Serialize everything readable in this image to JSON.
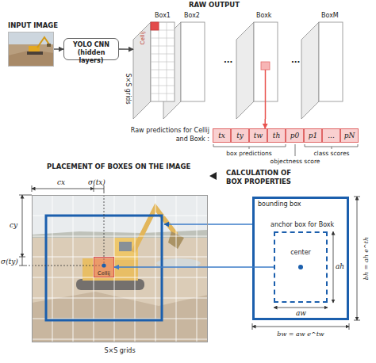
{
  "diagram": {
    "nodes": [
      {
        "text": [
          "INPUT IMAGE"
        ]
      },
      {
        "text": [
          "YOLO CNN (hidden layers)"
        ]
      },
      {
        "text": [
          "RAW OUTPUT"
        ]
      },
      {
        "text": [
          "Raw predictions for Cellij and Boxk :"
        ]
      },
      {
        "text": [
          "tx"
        ],
        "in": 3
      },
      {
        "text": [
          "ty"
        ],
        "in": 3
      },
      {
        "text": [
          "tw"
        ],
        "in": 3
      },
      {
        "text": [
          "th"
        ],
        "in": 3
      },
      {
        "text": [
          "p0"
        ],
        "in": 3
      },
      {
        "text": [
          "p1"
        ],
        "in": 3
      },
      {
        "text": [
          "..."
        ],
        "in": 3
      },
      {
        "text": [
          "pN"
        ],
        "in": 3
      },
      {
        "text": [
          "bounding box"
        ]
      },
      {
        "text": [
          "anchor box for Boxk",
          "center"
        ],
        "in": 12
      },
      {
        "text": [
          "PLACEMENT OF BOXES ON THE IMAGE"
        ]
      },
      {
        "text": [
          "Cellij"
        ],
        "in": 14
      }
    ],
    "edges": [
      {
        "from": 0,
        "to": 1,
        "arrow": "to"
      },
      {
        "from": 1,
        "to": 2,
        "arrow": "to"
      },
      {
        "from": 2,
        "to": 3,
        "arrow": "to"
      },
      {
        "from": 13,
        "to": 15,
        "arrow": "to"
      }
    ],
    "labels": [
      "Box1",
      "Box2",
      "Boxk",
      "BoxM",
      "...",
      "...",
      "Cellij",
      "S×S grids",
      "box predictions",
      "objectness score",
      "class scores",
      "CALCULATION OF BOX PROPERTIES",
      "cx",
      "σ(tx)",
      "cy",
      "σ(ty)",
      "S×S grids",
      "ah",
      "aw",
      "bh = ah e^th",
      "bw = aw e^tw"
    ]
  }
}
